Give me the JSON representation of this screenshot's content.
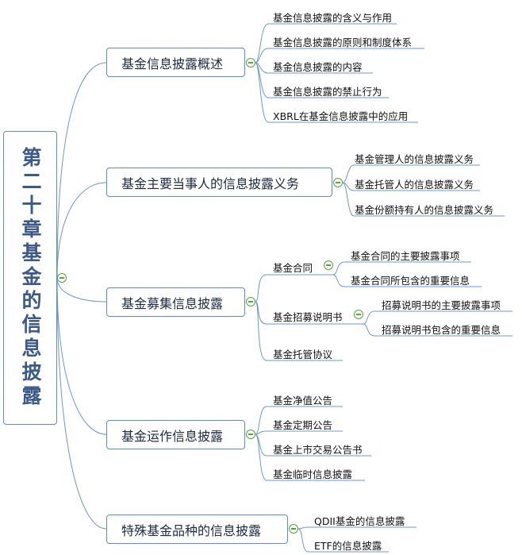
{
  "root": {
    "title": "第二十章基金的信息披露"
  },
  "branches": [
    {
      "label": "基金信息披露概述",
      "children": [
        "基金信息披露的含义与作用",
        "基金信息披露的原则和制度体系",
        "基金信息披露的内容",
        "基金信息披露的禁止行为",
        "XBRL在基金信息披露中的应用"
      ]
    },
    {
      "label": "基金主要当事人的信息披露义务",
      "children": [
        "基金管理人的信息披露义务",
        "基金托管人的信息披露义务",
        "基金份额持有人的信息披露义务"
      ]
    },
    {
      "label": "基金募集信息披露",
      "children": [
        {
          "label": "基金合同",
          "children": [
            "基金合同的主要披露事项",
            "基金合同所包含的重要信息"
          ]
        },
        {
          "label": "基金招募说明书",
          "children": [
            "招募说明书的主要披露事项",
            "招募说明书包含的重要信息"
          ]
        },
        {
          "label": "基金托管协议"
        }
      ]
    },
    {
      "label": "基金运作信息披露",
      "children": [
        "基金净值公告",
        "基金定期公告",
        "基金上市交易公告书",
        "基金临时信息披露"
      ]
    },
    {
      "label": "特殊基金品种的信息披露",
      "children": [
        "QDII基金的信息披露",
        "ETF的信息披露"
      ]
    }
  ],
  "colors": {
    "line": "#6a97d6",
    "root_text": "#3b5a8a",
    "toggle": "#58a53a"
  }
}
